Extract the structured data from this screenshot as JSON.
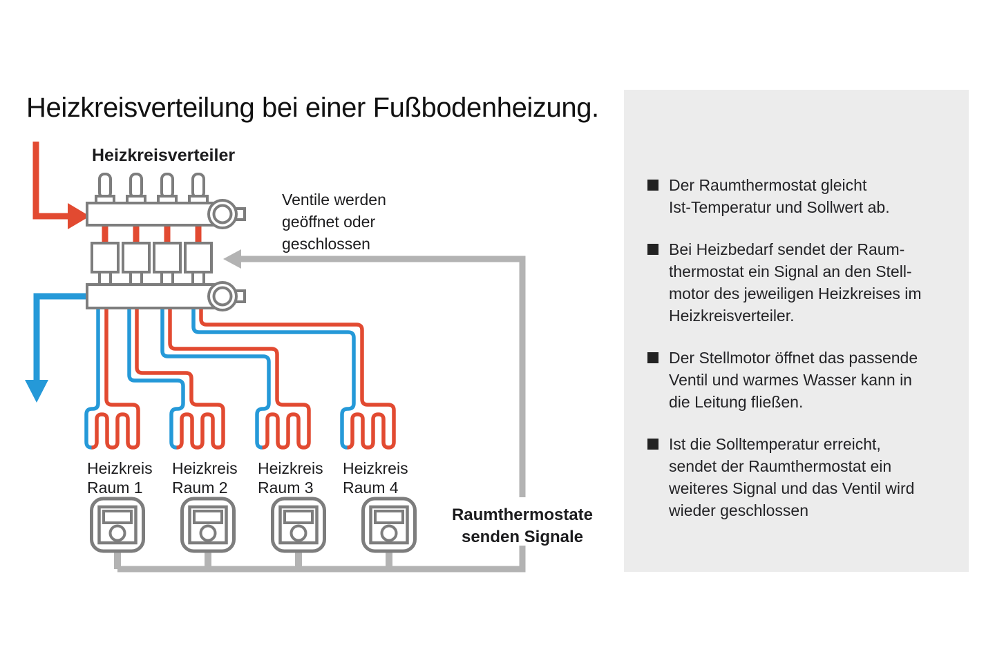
{
  "page": {
    "title": "Heizkreisverteilung bei einer Fußbodenheizung."
  },
  "diagram": {
    "manifold_label": "Heizkreisverteiler",
    "valves_note_lines": [
      "Ventile werden",
      "geöffnet oder",
      "geschlossen"
    ],
    "thermostat_note_lines": [
      "Raumthermostate",
      "senden Signale"
    ],
    "circuit_labels": [
      [
        "Heizkreis",
        "Raum 1"
      ],
      [
        "Heizkreis",
        "Raum 2"
      ],
      [
        "Heizkreis",
        "Raum 3"
      ],
      [
        "Heizkreis",
        "Raum 4"
      ]
    ],
    "colors": {
      "supply_red": "#e24a31",
      "return_blue": "#2599d8",
      "equipment_gray": "#7d7d7d",
      "signal_gray": "#b3b3b3"
    }
  },
  "sidebar": {
    "background": "#ececec",
    "bullets": [
      {
        "lines": [
          "Der Raumthermostat gleicht",
          "Ist-Temperatur und Sollwert ab."
        ]
      },
      {
        "lines": [
          "Bei Heizbedarf sendet der Raum-",
          "thermostat ein Signal an den Stell-",
          "motor des jeweiligen Heizkreises im",
          "Heizkreisverteiler."
        ]
      },
      {
        "lines": [
          "Der Stellmotor öffnet das passende",
          "Ventil und warmes Wasser kann in",
          "die Leitung fließen."
        ]
      },
      {
        "lines": [
          "Ist die Solltemperatur erreicht,",
          "sendet der Raumthermostat ein",
          "weiteres Signal und das Ventil wird",
          "wieder geschlossen"
        ]
      }
    ]
  }
}
